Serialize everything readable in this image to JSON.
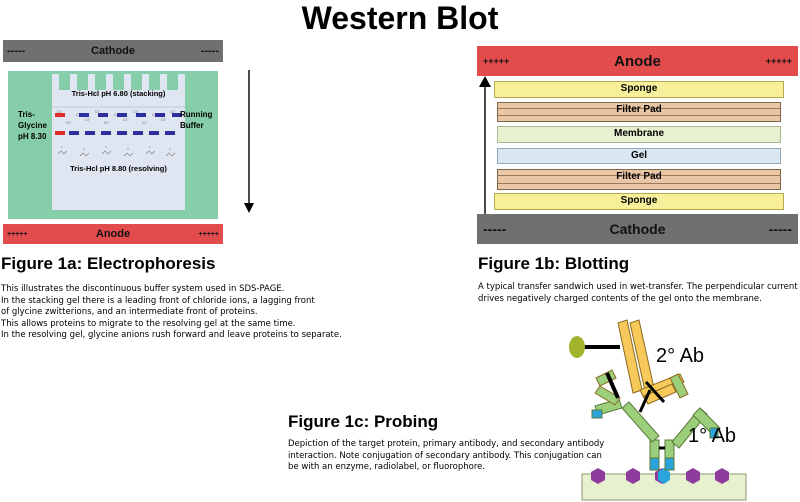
{
  "title": "Western Blot",
  "fig1a": {
    "cathode": {
      "label": "Cathode",
      "left": "-----",
      "right": "-----"
    },
    "anode": {
      "label": "Anode",
      "left": "+++++",
      "right": "+++++"
    },
    "tris_glycine": [
      "Tris-",
      "Glycine",
      "pH 8.30"
    ],
    "running_buffer": [
      "Running",
      "Buffer"
    ],
    "stacking": "Tris-Hcl pH 6.80 (stacking)",
    "resolving": "Tris-Hcl pH 8.80 (resolving)",
    "ion": "Cl",
    "title": "Figure 1a: Electrophoresis",
    "caption": [
      "This illustrates the discontinuous buffer system used in SDS-PAGE.",
      "In the stacking gel there is a leading front of chloride ions, a lagging front",
      "of glycine zwitterions, and an intermediate front of proteins.",
      "This allows proteins to migrate to the resolving gel at the same time.",
      "In the resolving gel, glycine anions rush forward and leave proteins to separate."
    ]
  },
  "fig1b": {
    "anode": {
      "label": "Anode",
      "left": "+++++",
      "right": "+++++"
    },
    "cathode": {
      "label": "Cathode",
      "left": "-----",
      "right": "-----"
    },
    "layers": [
      "Sponge",
      "Filter Pad",
      "Membrane",
      "Gel",
      "Filter Pad",
      "Sponge"
    ],
    "title": "Figure 1b: Blotting",
    "caption": [
      "A typical transfer sandwich used in wet-transfer. The perpendicular current",
      "drives negatively charged contents of the gel onto the membrane."
    ]
  },
  "fig1c": {
    "title": "Figure 1c: Probing",
    "caption": [
      "Depiction of the target protein, primary antibody, and secondary antibody",
      "interaction. Note conjugation of secondary antibody. This conjugation can",
      "be with an enzyme, radiolabel, or fluorophore."
    ],
    "secondary_label": "2° Ab",
    "primary_label": "1° Ab"
  },
  "colors": {
    "bar_gray": "#707070",
    "anode_red": "#e24c4c",
    "buffer_green": "#86cdaa",
    "gel": "#dfe6f1",
    "sponge": "#f8ef9a",
    "filter_pad": "#e9c7a6",
    "membrane": "#e7f0cf",
    "gel_layer": "#d9e7f3",
    "band_blue": "#2b2e9c",
    "band_red": "#e02b2b",
    "ab_yellow": "#f7c95a",
    "ab_green": "#9ccf7c",
    "ab_blue": "#2aa4dc",
    "protein_purple": "#8e3d9c",
    "enzyme_olive": "#a2b32c"
  }
}
